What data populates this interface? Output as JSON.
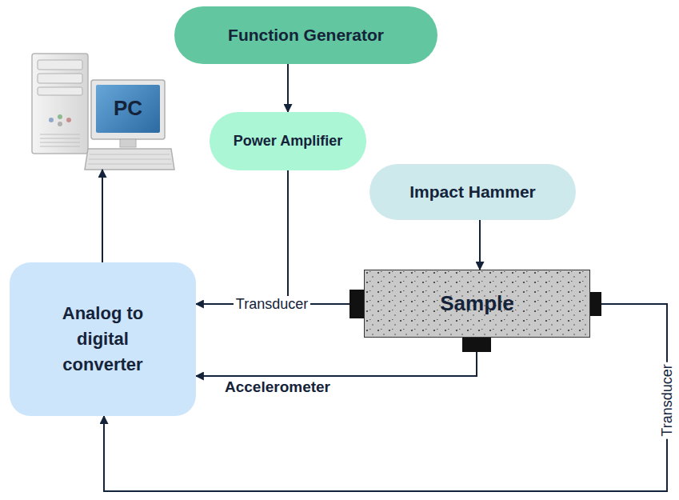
{
  "diagram": {
    "nodes": [
      {
        "text": [
          "Function Generator"
        ]
      },
      {
        "text": [
          "PC"
        ]
      },
      {
        "text": [
          "Power Amplifier"
        ]
      },
      {
        "text": [
          "Impact Hammer"
        ]
      },
      {
        "text": [
          "Analog to digital converter"
        ]
      },
      {
        "text": [
          "Sample"
        ]
      }
    ],
    "edges": [
      {
        "from": 0,
        "to": 2,
        "arrow": "to"
      },
      {
        "from": 2,
        "to": 5,
        "arrow": "none"
      },
      {
        "from": 3,
        "to": 5,
        "arrow": "to"
      },
      {
        "from": 5,
        "to": 4,
        "label": "Transducer",
        "arrow": "to"
      },
      {
        "from": 5,
        "to": 4,
        "label": "Accelerometer",
        "arrow": "to"
      },
      {
        "from": 5,
        "to": 4,
        "label": "Transducer",
        "arrow": "to"
      },
      {
        "from": 4,
        "to": 1,
        "arrow": "to"
      }
    ]
  }
}
